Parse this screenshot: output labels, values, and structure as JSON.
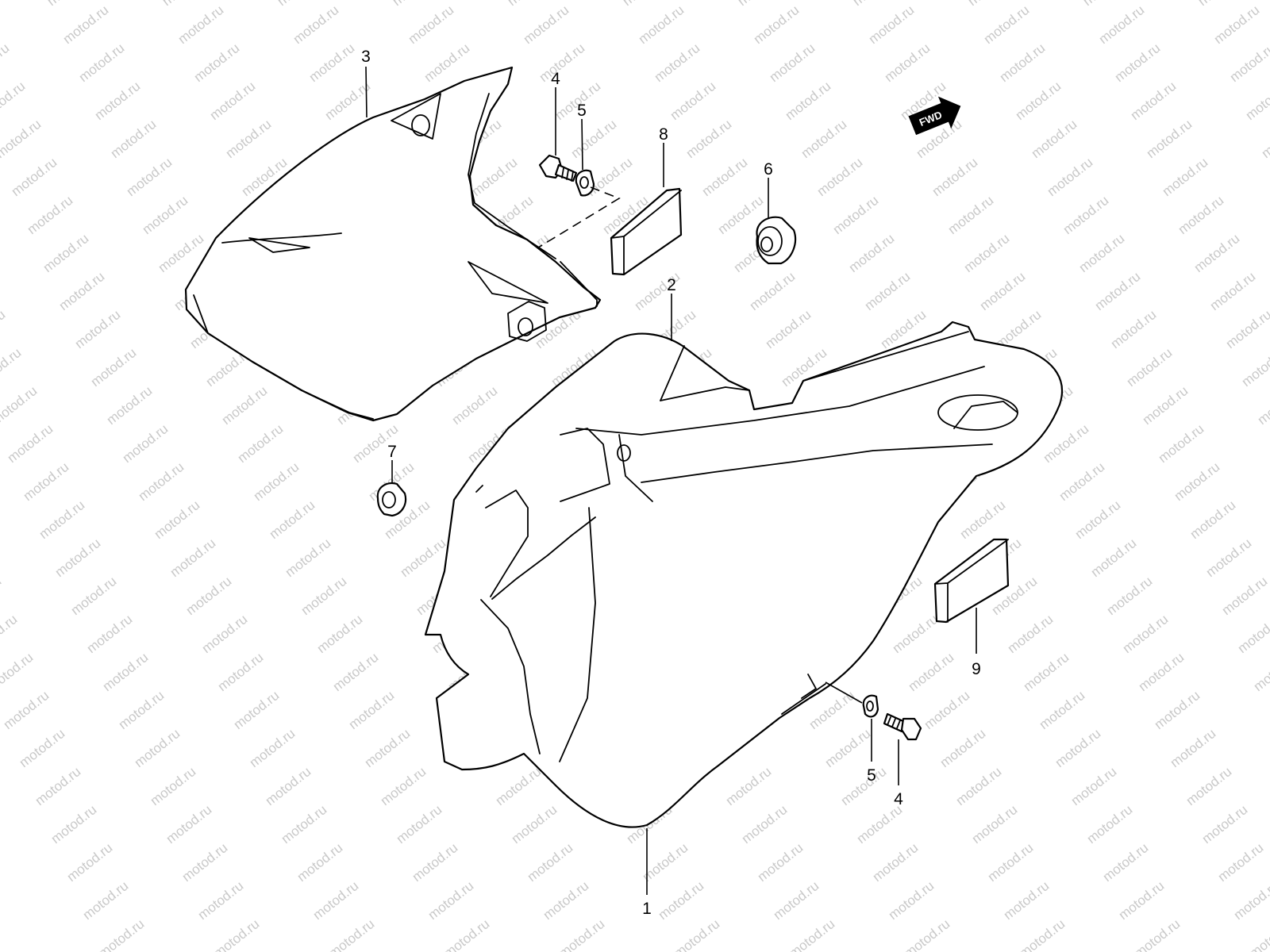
{
  "watermark": {
    "text": "motod.ru",
    "color": "#c9c9c9"
  },
  "direction_marker": {
    "label": "FWD",
    "icon": "forward-arrow-icon",
    "fill": "#000000"
  },
  "callouts": [
    {
      "id": "c3",
      "text": "3"
    },
    {
      "id": "c4a",
      "text": "4"
    },
    {
      "id": "c5a",
      "text": "5"
    },
    {
      "id": "c8",
      "text": "8"
    },
    {
      "id": "c6",
      "text": "6"
    },
    {
      "id": "c2",
      "text": "2"
    },
    {
      "id": "c7",
      "text": "7"
    },
    {
      "id": "c9",
      "text": "9"
    },
    {
      "id": "c5b",
      "text": "5"
    },
    {
      "id": "c4b",
      "text": "4"
    },
    {
      "id": "c1",
      "text": "1"
    }
  ]
}
